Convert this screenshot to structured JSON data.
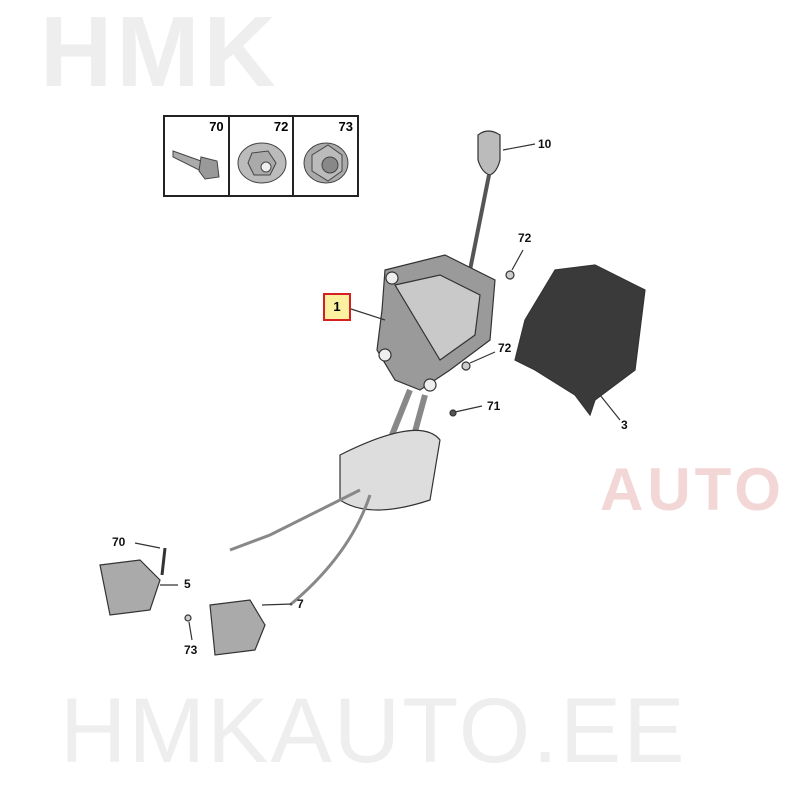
{
  "watermark": {
    "main": "HMK",
    "sub": "AUTO",
    "url": "HMKAUTO.EE"
  },
  "legend": [
    {
      "num": "70",
      "part": "screw"
    },
    {
      "num": "72",
      "part": "flange-nut-washer"
    },
    {
      "num": "73",
      "part": "flange-nut"
    }
  ],
  "callouts": {
    "c10": "10",
    "c72a": "72",
    "c1": "1",
    "c72b": "72",
    "c71": "71",
    "c3": "3",
    "c70": "70",
    "c5": "5",
    "c7": "7",
    "c73": "73"
  },
  "colors": {
    "highlight_border": "#d42020",
    "highlight_fill": "#fbf0a0"
  }
}
